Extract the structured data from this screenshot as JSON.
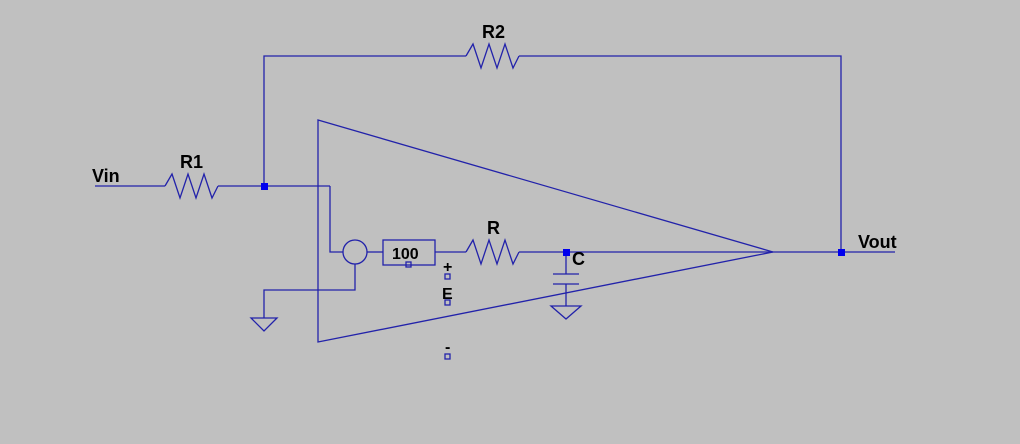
{
  "diagram": {
    "labels": {
      "vin": "Vin",
      "vout": "Vout",
      "r1": "R1",
      "r2": "R2",
      "r": "R",
      "c": "C",
      "box": "100",
      "e": "E",
      "plus": "+",
      "minus": "-"
    },
    "colors": {
      "background": "#c0c0c0",
      "wire": "#2222aa",
      "junction": "#0000ee",
      "text": "#000000"
    }
  }
}
